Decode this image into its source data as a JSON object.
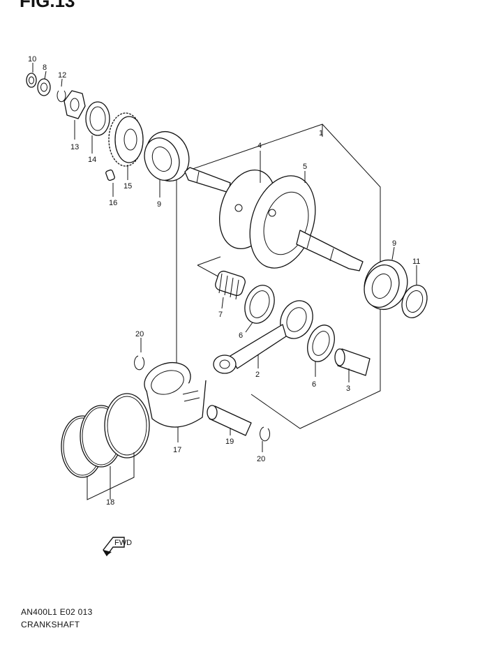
{
  "figure_title": "FIG.13",
  "model_code": "AN400L1 E02  013",
  "section_name": "CRANKSHAFT",
  "fwd_label": "FWD",
  "callouts": {
    "c1": "1",
    "c2": "2",
    "c3": "3",
    "c4": "4",
    "c5": "5",
    "c6a": "6",
    "c6b": "6",
    "c7": "7",
    "c8": "8",
    "c9a": "9",
    "c9b": "9",
    "c10": "10",
    "c11": "11",
    "c12": "12",
    "c13": "13",
    "c14": "14",
    "c15": "15",
    "c16": "16",
    "c17": "17",
    "c18": "18",
    "c19": "19",
    "c20a": "20",
    "c20b": "20"
  }
}
